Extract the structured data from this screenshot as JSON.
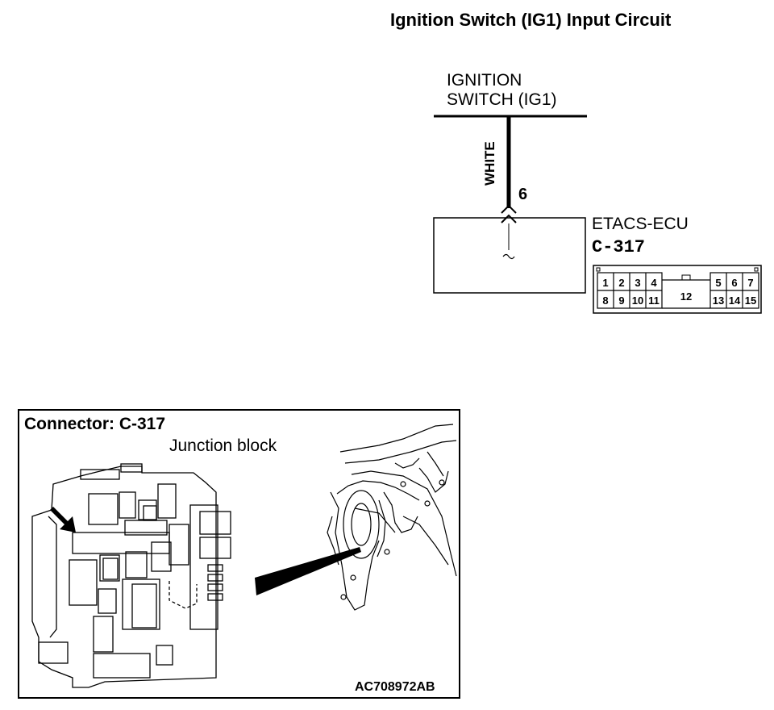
{
  "diagram": {
    "title": "Ignition Switch (IG1) Input Circuit",
    "source": {
      "line1": "IGNITION",
      "line2": "SWITCH (IG1)"
    },
    "wire": {
      "color": "WHITE",
      "pin": "6"
    },
    "ecu": {
      "name": "ETACS-ECU",
      "connector": "C-317"
    },
    "connector_pins": {
      "top": [
        "1",
        "2",
        "3",
        "4",
        "5",
        "6",
        "7"
      ],
      "middle": "12",
      "bottom": [
        "8",
        "9",
        "10",
        "11",
        "13",
        "14",
        "15"
      ]
    }
  },
  "location_panel": {
    "title": "Connector: C-317",
    "subtitle": "Junction block",
    "figure_code": "AC708972AB"
  }
}
